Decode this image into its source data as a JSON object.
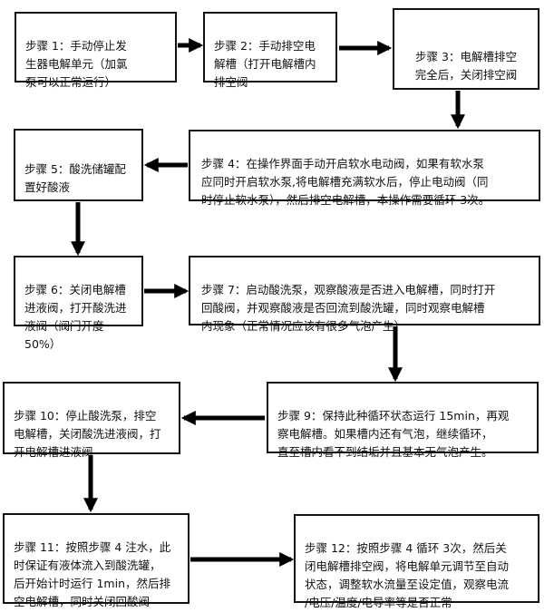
{
  "steps": [
    {
      "id": "s1",
      "text": "步骤 1：手动停止发\n生器电解单元（加氯\n泵可以正常运行）"
    },
    {
      "id": "s2",
      "text": "步骤 2：手动排空电\n解槽（打开电解槽内\n排空阀"
    },
    {
      "id": "s3",
      "text": "步骤 3：电解槽排空\n完全后，关闭排空阀"
    },
    {
      "id": "s4",
      "text": "步骤 4：在操作界面手动开启软水电动阀，如果有软水泵\n应同时开启软水泵,将电解槽充满软水后，停止电动阀（同\n时停止软水泵），然后排空电解槽，本操作需要循环 3次。"
    },
    {
      "id": "s5",
      "text": "步骤 5：酸洗储罐配\n置好酸液"
    },
    {
      "id": "s6",
      "text": "步骤 6：关闭电解槽\n进液阀，打开酸洗进\n液阀（阀门开度 50%）"
    },
    {
      "id": "s7",
      "text": "步骤 7：启动酸洗泵，观察酸液是否进入电解槽，同时打开\n回酸阀，并观察酸液是否回流到酸洗罐，同时观察电解槽\n内现象（正常情况应该有很多气泡产生）"
    },
    {
      "id": "s9",
      "text": "步骤 9：保持此种循环状态运行 15min，再观\n察电解槽。如果槽内还有气泡，继续循环，\n直至槽内看不到结垢并且基本无气泡产生。"
    },
    {
      "id": "s10",
      "text": "步骤 10：停止酸洗泵，排空\n电解槽，关闭酸洗进液阀，打\n开电解槽进液阀"
    },
    {
      "id": "s11",
      "text": "步骤 11：按照步骤 4 注水，此\n时保证有液体流入到酸洗罐，\n后开始计时运行 1min，然后排\n空电解槽，同时关闭回酸阀"
    },
    {
      "id": "s12",
      "text": "步骤 12：按照步骤 4 循环 3次，然后关\n闭电解槽排空阀，将电解单元调节至自动\n状态，调整软水流量至设定值，观察电流\n/电压/温度/电导率等是否正常"
    }
  ]
}
